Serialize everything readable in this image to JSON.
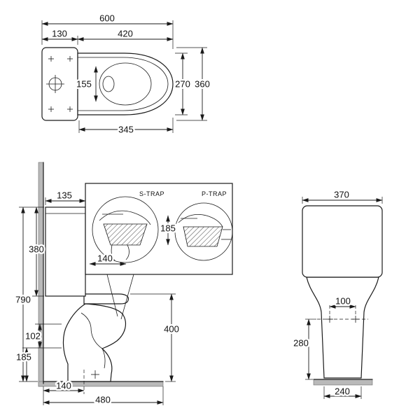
{
  "plan": {
    "overall_length": "600",
    "cistern_depth": "130",
    "seat_projection": "420",
    "opening_width": "155",
    "seat_width": "270",
    "overall_width": "360",
    "bowl_length": "345"
  },
  "side": {
    "cistern_top_depth": "135",
    "cistern_height": "380",
    "overall_height": "790",
    "trap_gap": "102",
    "outlet_height": "185",
    "outlet_setout": "140",
    "overall_depth": "480",
    "rim_height": "400"
  },
  "trap": {
    "s_trap_label": "S-TRAP",
    "p_trap_label": "P-TRAP",
    "trap_height": "185",
    "trap_depth": "140"
  },
  "front": {
    "cistern_width": "370",
    "fixing_centres": "100",
    "fixing_height": "280",
    "base_width": "240"
  }
}
